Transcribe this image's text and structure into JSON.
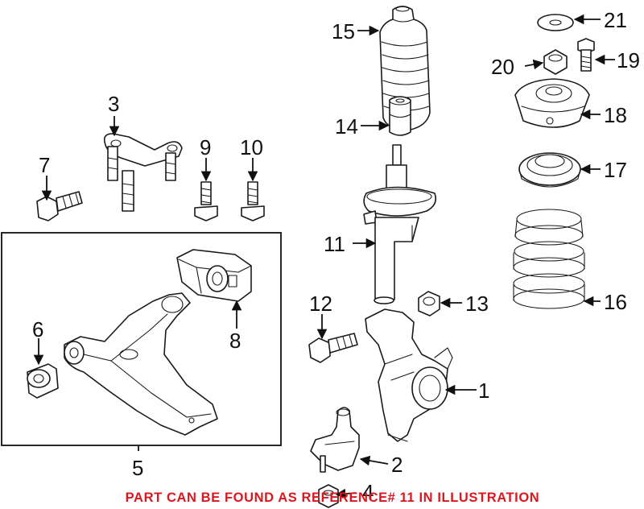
{
  "callouts": {
    "c1": "1",
    "c2": "2",
    "c3": "3",
    "c4": "4",
    "c5": "5",
    "c6": "6",
    "c7": "7",
    "c8": "8",
    "c9": "9",
    "c10": "10",
    "c11": "11",
    "c12": "12",
    "c13": "13",
    "c14": "14",
    "c15": "15",
    "c16": "16",
    "c17": "17",
    "c18": "18",
    "c19": "19",
    "c20": "20",
    "c21": "21"
  },
  "note": {
    "text": "PART CAN BE FOUND AS REFERENCE# 11 IN ILLUSTRATION",
    "color": "#d9171d"
  },
  "colors": {
    "ink": "#1a1a1a",
    "background": "#ffffff"
  }
}
